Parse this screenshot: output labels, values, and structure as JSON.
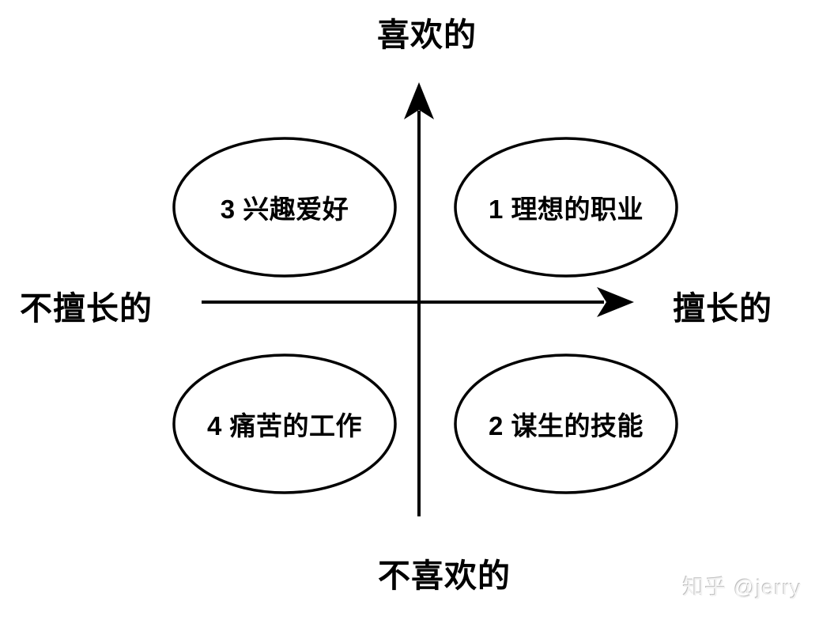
{
  "diagram": {
    "title_hint": "likes-vs-skills quadrant diagram",
    "axes": {
      "top_label": "喜欢的",
      "bottom_label": "不喜欢的",
      "left_label": "不擅长的",
      "right_label": "擅长的"
    },
    "quadrants": {
      "top_left": {
        "label": "3 兴趣爱好"
      },
      "top_right": {
        "label": "1 理想的职业"
      },
      "bottom_left": {
        "label": "4 痛苦的工作"
      },
      "bottom_right": {
        "label": "2 谋生的技能"
      }
    },
    "colors": {
      "line": "#000000",
      "background": "#ffffff",
      "watermark": "#d9d9d9"
    }
  },
  "watermark": {
    "text": "知乎 @jerry"
  }
}
